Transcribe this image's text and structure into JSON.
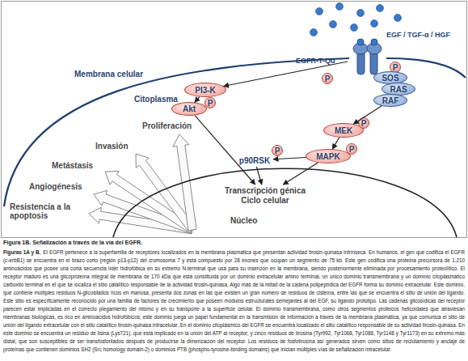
{
  "diagram": {
    "caption": "Figura 1B. Señalización a través de la vía del EGFR.",
    "nodes": [
      {
        "text": [
          "Membrana celular",
          "Citoplasma"
        ]
      },
      {
        "text": [
          "EGFR-T-Qu"
        ],
        "in": 0
      },
      {
        "text": [
          "P"
        ],
        "in": 0
      },
      {
        "text": [
          "P"
        ],
        "in": 0
      },
      {
        "text": [
          "SOS"
        ],
        "in": 0
      },
      {
        "text": [
          "RAS"
        ],
        "in": 0
      },
      {
        "text": [
          "RAF"
        ],
        "in": 0
      },
      {
        "text": [
          "PI3-K"
        ],
        "in": 0
      },
      {
        "text": [
          "Akt"
        ],
        "in": 0
      },
      {
        "text": [
          "P"
        ],
        "in": 0
      },
      {
        "text": [
          "MEK"
        ],
        "in": 0
      },
      {
        "text": [
          "P"
        ],
        "in": 0
      },
      {
        "text": [
          "MAPK"
        ],
        "in": 0
      },
      {
        "text": [
          "P"
        ],
        "in": 0
      },
      {
        "text": [
          "p90RSK"
        ],
        "in": 0
      },
      {
        "text": [
          "P"
        ],
        "in": 0
      },
      {
        "text": [
          "Núcleo"
        ],
        "in": 0
      },
      {
        "text": [
          "Transcripción génica",
          "Ciclo celular"
        ],
        "in": 16
      }
    ],
    "edges": [
      {
        "from": 1,
        "to": 7,
        "arrow": "to"
      },
      {
        "from": 7,
        "to": 8,
        "arrow": "to"
      },
      {
        "from": 6,
        "to": 10,
        "arrow": "to"
      },
      {
        "from": 10,
        "to": 12,
        "arrow": "to"
      },
      {
        "from": 12,
        "to": 14,
        "arrow": "to"
      },
      {
        "from": 8,
        "to": 17,
        "arrow": "to"
      },
      {
        "from": 14,
        "to": 17,
        "arrow": "to"
      },
      {
        "from": 12,
        "to": 17,
        "arrow": "to"
      }
    ],
    "labels": [
      "EGF / TGF-α / HGF",
      "Proliferación",
      "Invasión",
      "Metástasis",
      "Angiogénesis",
      "Resistencia a la apoptosis",
      "Figuras 1A y B.",
      "El EGFR pertenece a la superfamilia de receptores localizados en la membrana plasmática que presentan actividad tirosin-quinasa intrínseca. En humanos, el gen que codifica el EGFR (c-erbB1) se encuentra en el brazo corto (región p13-p12) del cromosoma 7 y está compuesto por 28 exones que ocupan un segmento de 75 kb. Este gen codifica una proteína precursora de 1.210 aminoácidos que posee una corta secuencia líder hidrofóbica en su extremo N-terminal que usa para su inserción en la membrana, siendo posteriormente eliminada por procesamiento proteolítico. El receptor maduro es una glicoproteína integral de membrana de 170 kDa que está constituida por un dominio extracelular amino terminal, un único dominio transmembrana y un dominio citoplasmático carboxilo terminal en el que se localiza el sitio catalítico responsable de la actividad tirosin-quinasa. Algo más de la mitad de la cadena polipeptídica del EGFR forma su dominio extracelular. Este dominio, que contiene múltiples residuos N-glicosilados ricos en manosa, presenta dos zonas en las que existen un gran número de residuos de cisteína, entre las que se encuentra el sitio de unión del ligando. Este sitio es específicamente reconocido por una familia de factores de crecimiento que poseen módulos estructurales semejantes al del EGF, su ligando prototipo. Las cadenas glicosídicas del receptor parecen estar implicadas en el correcto plegamiento del mismo y en su transporte a la superficie celular. El dominio transmembrana, como otros segmentos proteicos helicoidales que atraviesan membranas biológicas, es rico en aminoácidos hidrofóbicos; este dominio juega un papel fundamental en la transmisión de información a través de la membrana plasmática, ya que comunica el sitio de unión del ligando extracelular con el sitio catalítico tirosin-quinasa intracelular. En el dominio citoplásmico del EGFR se encuentra localizado el sitio catalítico responsable de su actividad tirosin-quinasa. En este dominio se encuentra un residuo de lisina (Lys721), que está implicado en la unión del ATP al receptor, y cinco residuos de tirosina (Tyr992, Tyr1068, Tyr1086, Tyr1148 y Tyr1173) en su extremo más distal, que son susceptibles de ser transfosforilados después de producirse la dimerización del receptor. Los residuos de fosfotirosina así generados sirven como sitios de reclutamiento y anclaje de proteínas que contienen dominios SH2 (Src homology domain-2) o dominios PTB (phospho-tyrosine-binding domains) que inician múltiples vías de señalización intracelular."
    ]
  }
}
